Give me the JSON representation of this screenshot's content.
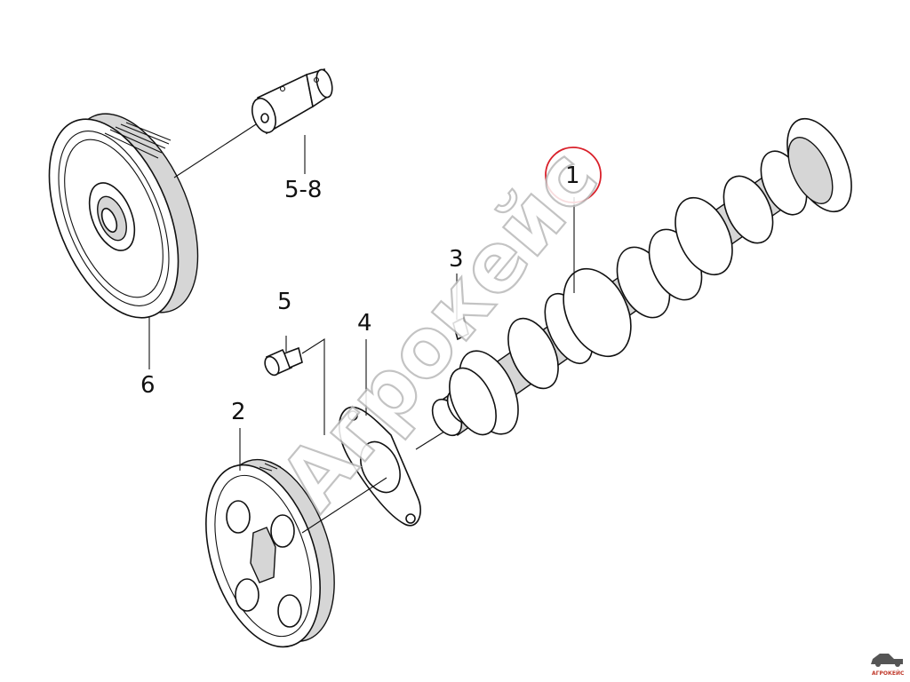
{
  "callouts": {
    "c1": "1",
    "c2": "2",
    "c3": "3",
    "c4": "4",
    "c5": "5",
    "c58": "5-8",
    "c6": "6"
  },
  "highlight_color": "#d9202a",
  "watermark": "Агрокейс",
  "logo": {
    "text": "АГРОКЕЙС",
    "color": "#c0392b"
  }
}
